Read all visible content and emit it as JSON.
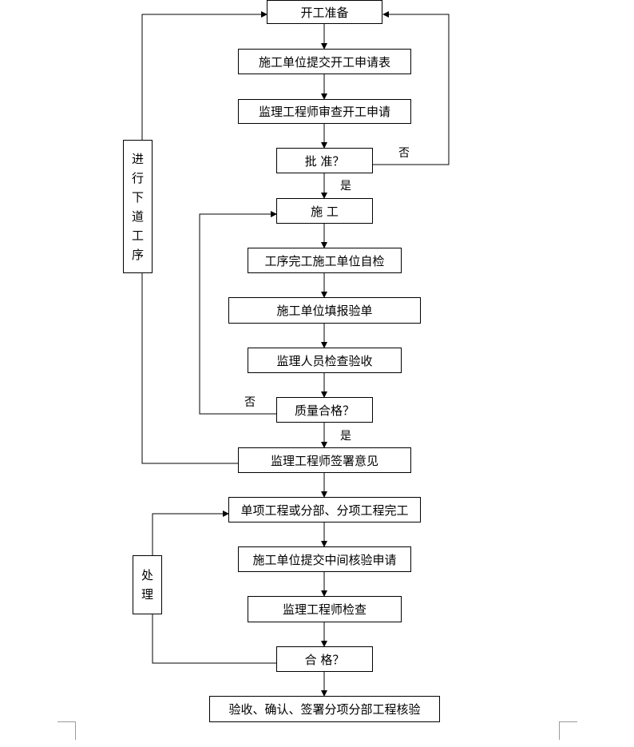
{
  "steps": {
    "start": "开工准备",
    "submit_application": "施工单位提交开工申请表",
    "review_application": "监理工程师审查开工申请",
    "approve_question": "批 准？",
    "construction": "施 工",
    "self_inspection": "工序完工施工单位自检",
    "fill_form": "施工单位填报验单",
    "supervisor_inspection": "监理人员检查验收",
    "quality_question": "质量合格？",
    "engineer_sign": "监理工程师签署意见",
    "item_completed": "单项工程或分部、分项工程完工",
    "submit_interim": "施工单位提交中间核验申请",
    "engineer_check": "监理工程师检查",
    "pass_question": "合 格？",
    "final_acceptance": "验收、确认、签署分项分部工程核验"
  },
  "side_boxes": {
    "next_process": "进行下道工序",
    "handle": "处理"
  },
  "edge_labels": {
    "approve_no": "否",
    "approve_yes": "是",
    "quality_no": "否",
    "quality_yes": "是"
  }
}
